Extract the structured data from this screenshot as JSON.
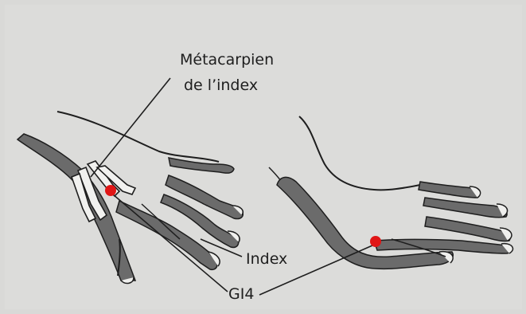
{
  "labels": {
    "metacarpal_line1": "Métacarpien",
    "metacarpal_line2": "de l’index",
    "index": "Index",
    "point": "GI4"
  },
  "colors": {
    "paper": "#d9d9d7",
    "ink": "#1e1e1e",
    "shadow": "#6b6b6b",
    "acupoint": "#e01616"
  },
  "figures": [
    {
      "name": "left-hand",
      "view": "back of hand with metacarpal bones shown"
    },
    {
      "name": "right-hand",
      "view": "side of hand, thumb pressed to index"
    }
  ]
}
